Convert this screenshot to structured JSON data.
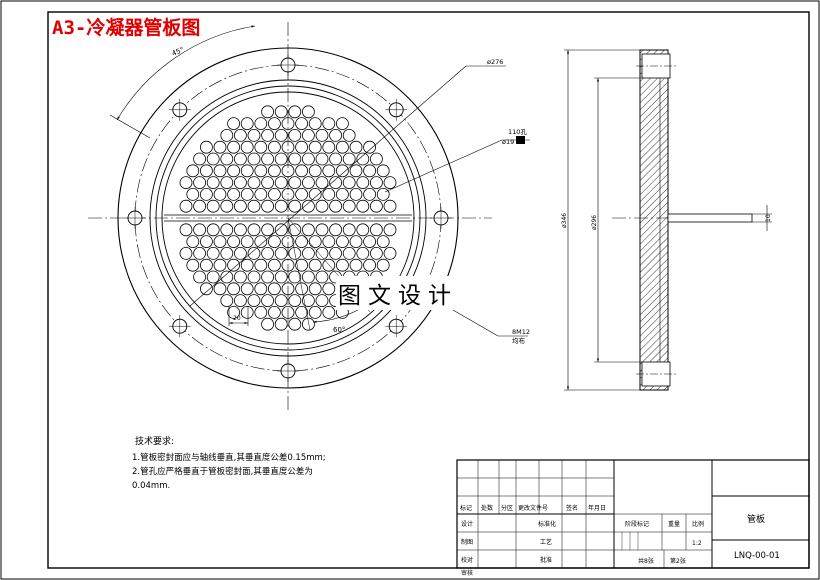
{
  "title_banner": "A3-冷凝器管板图",
  "watermark": "图文设计",
  "dimensions": {
    "front_angle": "45°",
    "phi276": "ø276",
    "holes_count": "110孔",
    "holes_dia": "ø19",
    "pitch": "20",
    "angle60": "60°",
    "bolt": "8M12",
    "bolt_note": "均布",
    "side_phi346": "ø346",
    "side_phi296": "ø296",
    "side_10": "10"
  },
  "technical_requirements": {
    "title": "技术要求:",
    "lines": [
      "1.管板密封面应与轴线垂直,其垂直度公差0.15mm;",
      "2.管孔应严格垂直于管板密封面,其垂直度公差为",
      "0.04mm."
    ]
  },
  "title_block": {
    "header_cells": [
      "标记",
      "处数",
      "分区",
      "更改文件号",
      "签名",
      "年月日"
    ],
    "row_labels": [
      "设计",
      "制图",
      "校对",
      "审核"
    ],
    "mid_labels": [
      "标准化",
      "工艺",
      "批准"
    ],
    "stage_label": "阶段标记",
    "weight_label": "重量",
    "scale_label": "比例",
    "scale_value": "1:2",
    "sheets_total": "共8张",
    "sheet_current": "第2张",
    "part_name": "管板",
    "drawing_no": "LNQ-00-01"
  }
}
